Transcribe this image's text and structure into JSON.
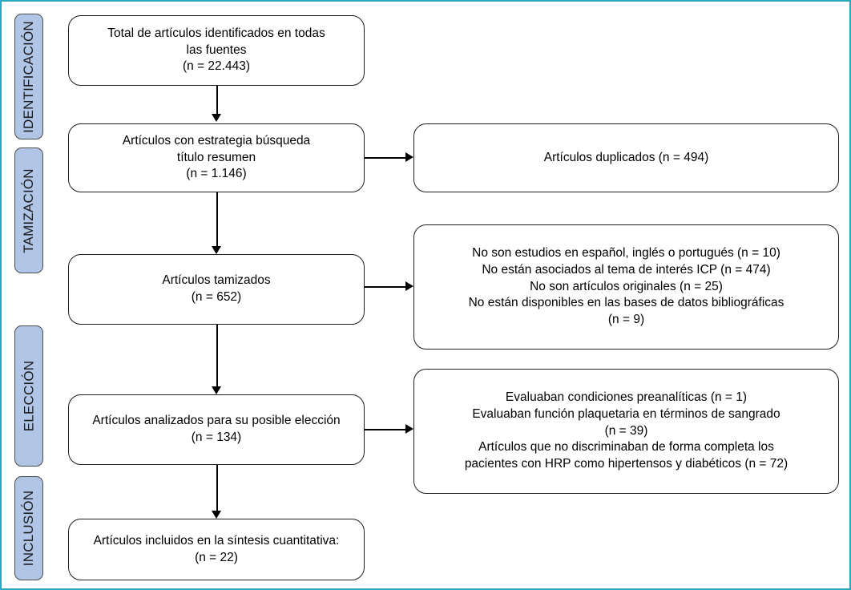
{
  "figure": {
    "type": "prisma-flow-diagram",
    "border_color": "#2aa8bd",
    "stage_fill_color": "#b1c5e7",
    "box_border_color": "#1d1d1d"
  },
  "stages": [
    {
      "label": "IDENTIFICACIÓN"
    },
    {
      "label": "TAMIZACIÓN"
    },
    {
      "label": "ELECCIÓN"
    },
    {
      "label": "INCLUSIÓN"
    }
  ],
  "main_boxes": [
    {
      "text": "Total de artículos identificados en todas\nlas fuentes\n(n = 22.443)",
      "n": "22.443"
    },
    {
      "text": "Artículos con estrategia búsqueda\ntítulo resumen\n(n = 1.146)",
      "n": "1.146"
    },
    {
      "text": "Artículos tamizados\n(n = 652)",
      "n": "652"
    },
    {
      "text": "Artículos analizados para su posible elección\n(n = 134)",
      "n": "134"
    },
    {
      "text": "Artículos incluidos en la síntesis cuantitativa:\n(n = 22)",
      "n": "22"
    }
  ],
  "side_boxes": [
    {
      "text": "Artículos duplicados (n = 494)"
    },
    {
      "text": "No son estudios en español, inglés o portugués  (n = 10)\nNo están asociados al tema de interés ICP (n = 474)\nNo son artículos originales (n = 25)\nNo están disponibles en las bases de datos bibliográficas\n(n = 9)"
    },
    {
      "text": "Evaluaban condiciones preanalíticas (n = 1)\nEvaluaban función plaquetaria en términos de sangrado\n(n = 39)\nArtículos que no discriminaban de forma completa los\npacientes con HRP como hipertensos y diabéticos (n = 72)"
    }
  ]
}
